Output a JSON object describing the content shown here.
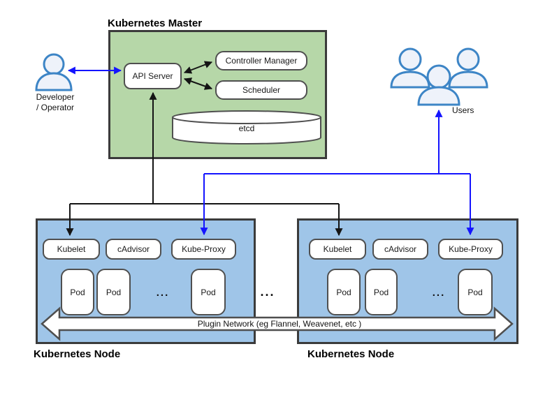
{
  "colors": {
    "master_fill": "#b6d7a8",
    "node_fill": "#9fc5e8",
    "outer_border": "#3b3b3b",
    "inner_border": "#4f4f4f",
    "arrow_black": "#141414",
    "arrow_blue": "#1414ff",
    "person_fill": "#eef2fa",
    "person_stroke": "#3d85c6",
    "plugin_arrow_fill": "#ffffff",
    "plugin_arrow_border": "#4f4f4f"
  },
  "master": {
    "title": "Kubernetes Master",
    "api_server": "API Server",
    "controller_manager": "Controller Manager",
    "scheduler": "Scheduler",
    "etcd": "etcd"
  },
  "actors": {
    "developer": {
      "line1": "Developer",
      "line2": "/ Operator"
    },
    "users": "Users"
  },
  "nodes": [
    {
      "title": "Kubernetes Node",
      "kubelet": "Kubelet",
      "cadvisor": "cAdvisor",
      "kube_proxy": "Kube-Proxy",
      "pods": [
        "Pod",
        "Pod",
        "Pod"
      ],
      "more_pods": "..."
    },
    {
      "title": "Kubernetes Node",
      "kubelet": "Kubelet",
      "cadvisor": "cAdvisor",
      "kube_proxy": "Kube-Proxy",
      "pods": [
        "Pod",
        "Pod",
        "Pod"
      ],
      "more_pods": "..."
    }
  ],
  "more_nodes": "...",
  "network": {
    "label": "Plugin Network (eg Flannel, Weavenet, etc )"
  }
}
